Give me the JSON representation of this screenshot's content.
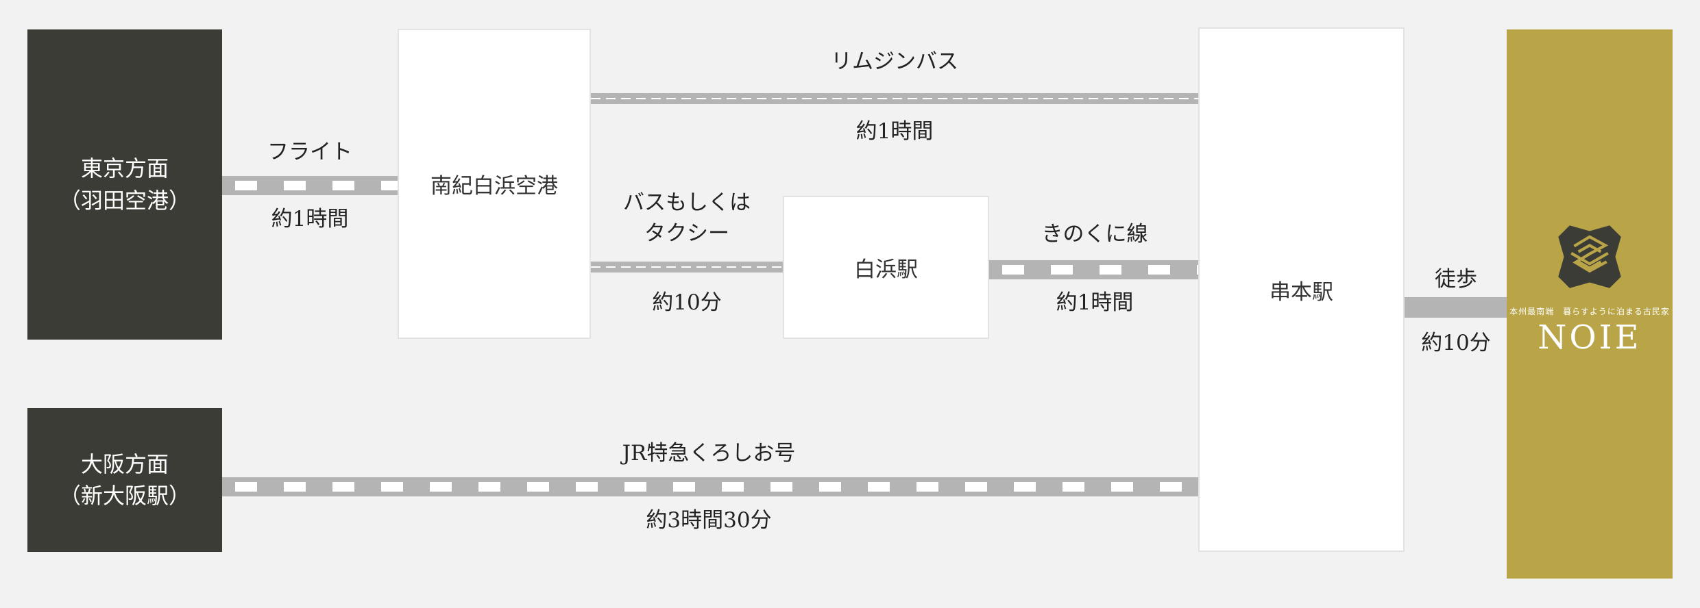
{
  "colors": {
    "background": "#f2f2f2",
    "dark_box": "#3c3c36",
    "station_box": "#ffffff",
    "track": "#b4b4b4",
    "destination": "#b9a548"
  },
  "origins": {
    "tokyo": "東京方面\n（羽田空港）",
    "osaka": "大阪方面\n（新大阪駅）"
  },
  "stations": {
    "nanki_shirahama_airport": "南紀白浜空港",
    "shirahama_station": "白浜駅",
    "kushimoto_station": "串本駅"
  },
  "routes": {
    "flight": {
      "mode": "フライト",
      "time": "約1時間"
    },
    "limousine_bus": {
      "mode": "リムジンバス",
      "time": "約1時間"
    },
    "bus_or_taxi": {
      "mode": "バスもしくは\nタクシー",
      "time": "約10分"
    },
    "kinokuni_line": {
      "mode": "きのくに線",
      "time": "約1時間"
    },
    "jr_kuroshio": {
      "mode": "JR特急くろしお号",
      "time": "約3時間30分"
    },
    "walk": {
      "mode": "徒歩",
      "time": "約10分"
    }
  },
  "destination": {
    "logo_icon": "noie-logo-icon",
    "tagline": "本州最南端　暮らすように泊まる古民家",
    "name": "NOIE"
  }
}
